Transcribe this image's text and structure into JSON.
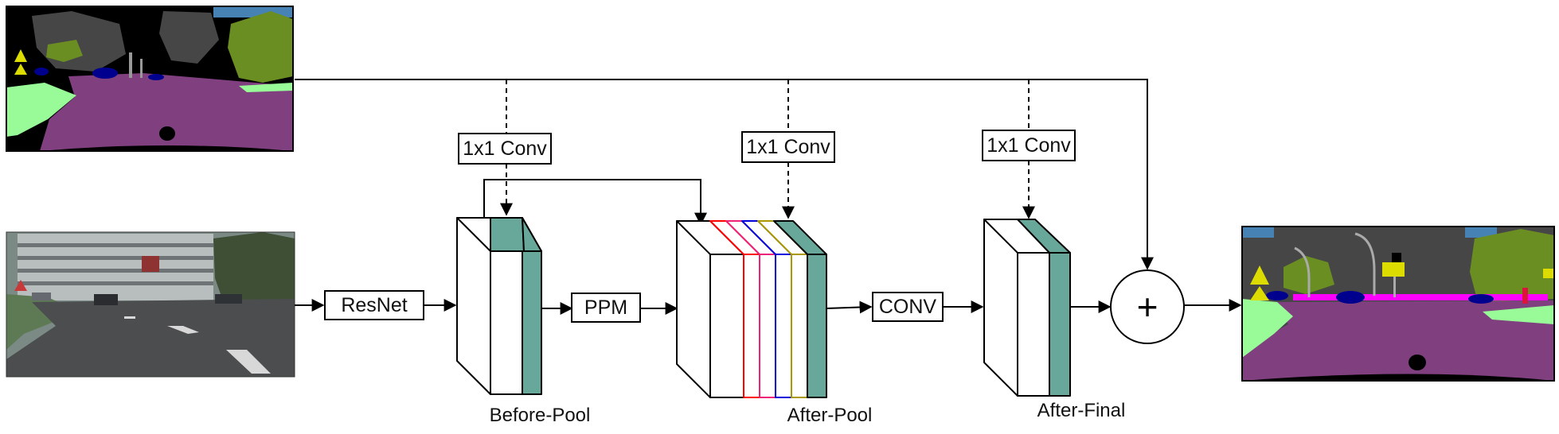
{
  "nodes": {
    "resnet": "ResNet",
    "ppm": "PPM",
    "conv": "CONV",
    "conv1x1_a": "1x1 Conv",
    "conv1x1_b": "1x1 Conv",
    "conv1x1_c": "1x1 Conv",
    "plus": "+"
  },
  "captions": {
    "before_pool": "Before-Pool",
    "after_pool": "After-Pool",
    "after_final": "After-Final"
  },
  "colors": {
    "teal": "#68A89A",
    "stroke": "#000000",
    "road": "#804080",
    "vegetation": "#6B8E23",
    "building": "#464646",
    "sky": "#4682B4",
    "sidewalk": "#98FB98",
    "car": "#00008E",
    "sign": "#DCDC00",
    "person": "#DC143C",
    "fence": "#FF00FF",
    "ppm_stripes": [
      "#FF0000",
      "#EE2277",
      "#0000DD",
      "#AA9900"
    ]
  }
}
